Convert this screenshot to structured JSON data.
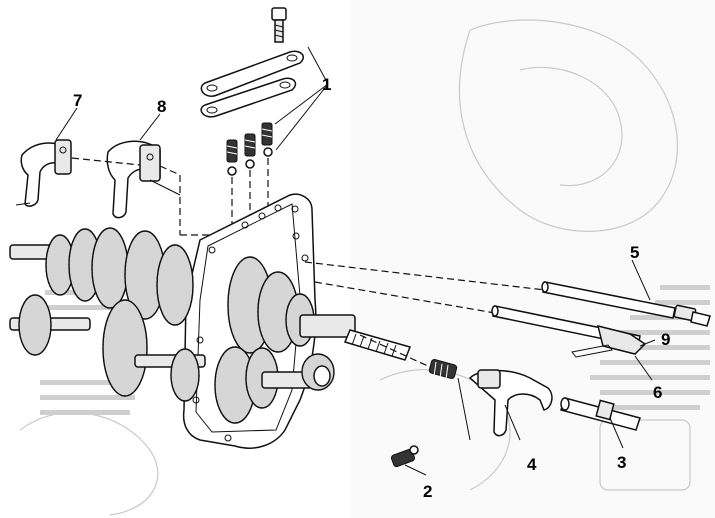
{
  "callouts": {
    "c1": "1",
    "c2": "2",
    "c3": "3",
    "c4": "4",
    "c5": "5",
    "c6": "6",
    "c7": "7",
    "c8": "8",
    "c9": "9"
  },
  "colors": {
    "ink": "#111111",
    "paper": "#ffffff",
    "ghost_background": "#c9c9c9"
  }
}
